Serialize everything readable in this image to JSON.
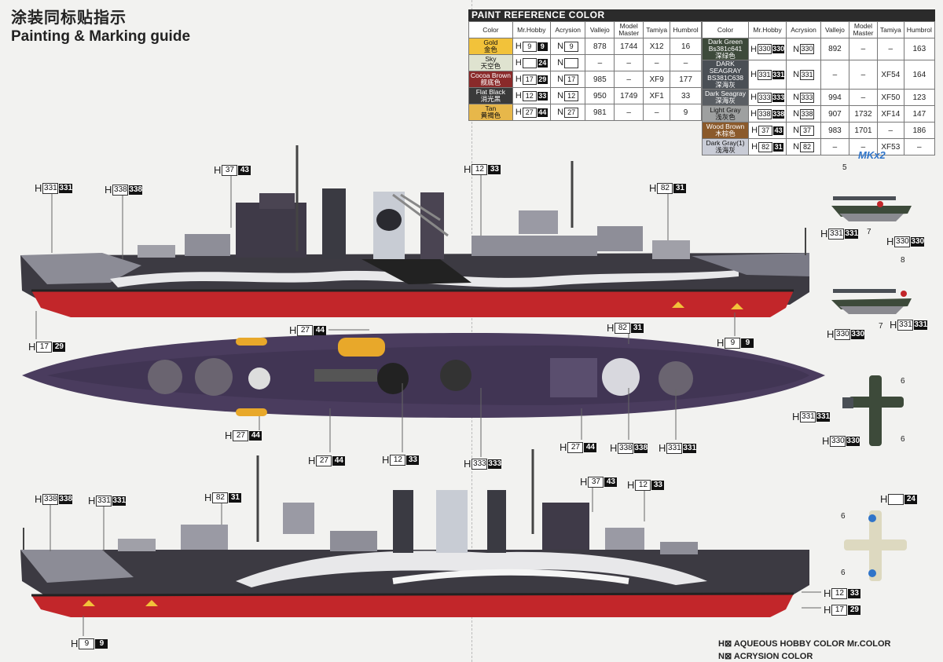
{
  "title_cn": "涂装同标贴指示",
  "title_en": "Painting & Marking guide",
  "paint_table": {
    "heading": "PAINT  REFERENCE COLOR",
    "headers": [
      "Color",
      "Mr.Hobby",
      "Acrysion",
      "Vallejo",
      "Model Master",
      "Tamiya",
      "Humbrol"
    ],
    "left_rows": [
      {
        "name": "Gold",
        "cn": "金色",
        "color": "#f2c23a",
        "h": "9",
        "hb": "9",
        "n": "9",
        "vallejo": "878",
        "mm": "1744",
        "tamiya": "X12",
        "humbrol": "16"
      },
      {
        "name": "Sky",
        "cn": "天空色",
        "color": "#dfe3d0",
        "h": "",
        "hb": "24",
        "n": "",
        "vallejo": "–",
        "mm": "–",
        "tamiya": "–",
        "humbrol": "–"
      },
      {
        "name": "Cocoa Brown",
        "cn": "舰底色",
        "color": "#8a2a2a",
        "h": "17",
        "hb": "29",
        "n": "17",
        "vallejo": "985",
        "mm": "–",
        "tamiya": "XF9",
        "humbrol": "177"
      },
      {
        "name": "Flat Black",
        "cn": "消光黑",
        "color": "#3a3a3a",
        "h": "12",
        "hb": "33",
        "n": "12",
        "vallejo": "950",
        "mm": "1749",
        "tamiya": "XF1",
        "humbrol": "33"
      },
      {
        "name": "Tan",
        "cn": "黄褐色",
        "color": "#e7b74a",
        "h": "27",
        "hb": "44",
        "n": "27",
        "vallejo": "981",
        "mm": "–",
        "tamiya": "–",
        "humbrol": "9"
      }
    ],
    "right_rows": [
      {
        "name": "Dark Green Bs381c641",
        "cn": "深绿色",
        "color": "#3d4a3a",
        "h": "330",
        "hb": "330",
        "n": "330",
        "vallejo": "892",
        "mm": "–",
        "tamiya": "–",
        "humbrol": "163"
      },
      {
        "name": "DARK SEAGRAY BS381C638",
        "cn": "深海灰",
        "color": "#4a4f55",
        "h": "331",
        "hb": "331",
        "n": "331",
        "vallejo": "–",
        "mm": "–",
        "tamiya": "XF54",
        "humbrol": "164"
      },
      {
        "name": "Dark Seagray",
        "cn": "深海灰",
        "color": "#5a5e63",
        "h": "333",
        "hb": "333",
        "n": "333",
        "vallejo": "994",
        "mm": "–",
        "tamiya": "XF50",
        "humbrol": "123"
      },
      {
        "name": "Light Gray",
        "cn": "浅灰色",
        "color": "#9ea0a0",
        "h": "338",
        "hb": "338",
        "n": "338",
        "vallejo": "907",
        "mm": "1732",
        "tamiya": "XF14",
        "humbrol": "147"
      },
      {
        "name": "Wood Brown",
        "cn": "木棕色",
        "color": "#8b5a2b",
        "h": "37",
        "hb": "43",
        "n": "37",
        "vallejo": "983",
        "mm": "1701",
        "tamiya": "–",
        "humbrol": "186"
      },
      {
        "name": "Dark Gray(1)",
        "cn": "浅海灰",
        "color": "#c9ccd6",
        "h": "82",
        "hb": "31",
        "n": "82",
        "vallejo": "–",
        "mm": "–",
        "tamiya": "XF53",
        "humbrol": "–"
      }
    ]
  },
  "labels": {
    "l1": {
      "h": "331",
      "b": "331"
    },
    "l2": {
      "h": "338",
      "b": "338"
    },
    "l3": {
      "h": "37",
      "b": "43"
    },
    "l4": {
      "h": "12",
      "b": "33"
    },
    "l5": {
      "h": "82",
      "b": "31"
    },
    "l6": {
      "h": "17",
      "b": "29"
    },
    "l7": {
      "h": "27",
      "b": "44"
    },
    "l8": {
      "h": "82",
      "b": "31"
    },
    "l9": {
      "h": "9",
      "b": "9"
    },
    "l10": {
      "h": "27",
      "b": "44"
    },
    "l11": {
      "h": "27",
      "b": "44"
    },
    "l12": {
      "h": "12",
      "b": "33"
    },
    "l13": {
      "h": "333",
      "b": "333"
    },
    "l14": {
      "h": "27",
      "b": "44"
    },
    "l15": {
      "h": "338",
      "b": "338"
    },
    "l16": {
      "h": "331",
      "b": "331"
    },
    "l17": {
      "h": "338",
      "b": "338"
    },
    "l18": {
      "h": "331",
      "b": "331"
    },
    "l19": {
      "h": "82",
      "b": "31"
    },
    "l20": {
      "h": "37",
      "b": "43"
    },
    "l21": {
      "h": "12",
      "b": "33"
    },
    "l22": {
      "h": "12",
      "b": "33"
    },
    "l23": {
      "h": "17",
      "b": "29"
    },
    "l24": {
      "h": "9",
      "b": "9"
    },
    "p1": {
      "h": "331",
      "b": "331"
    },
    "p2": {
      "h": "330",
      "b": "330"
    },
    "p3": {
      "h": "330",
      "b": "330"
    },
    "p4": {
      "h": "331",
      "b": "331"
    },
    "p5": {
      "h": "331",
      "b": "331"
    },
    "p6": {
      "h": "330",
      "b": "330"
    },
    "p7": {
      "h": "",
      "b": "24"
    }
  },
  "aircraft": {
    "mk": "MKx2",
    "n5": "5",
    "n7a": "7",
    "n8": "8",
    "n7b": "7",
    "n6a": "6",
    "n6b": "6",
    "n6c": "6",
    "n6d": "6"
  },
  "letters": {
    "h": "H",
    "n": "N"
  },
  "legend": {
    "line1": "AQUEOUS HOBBY COLOR  Mr.COLOR",
    "line2": "ACRYSION COLOR"
  }
}
